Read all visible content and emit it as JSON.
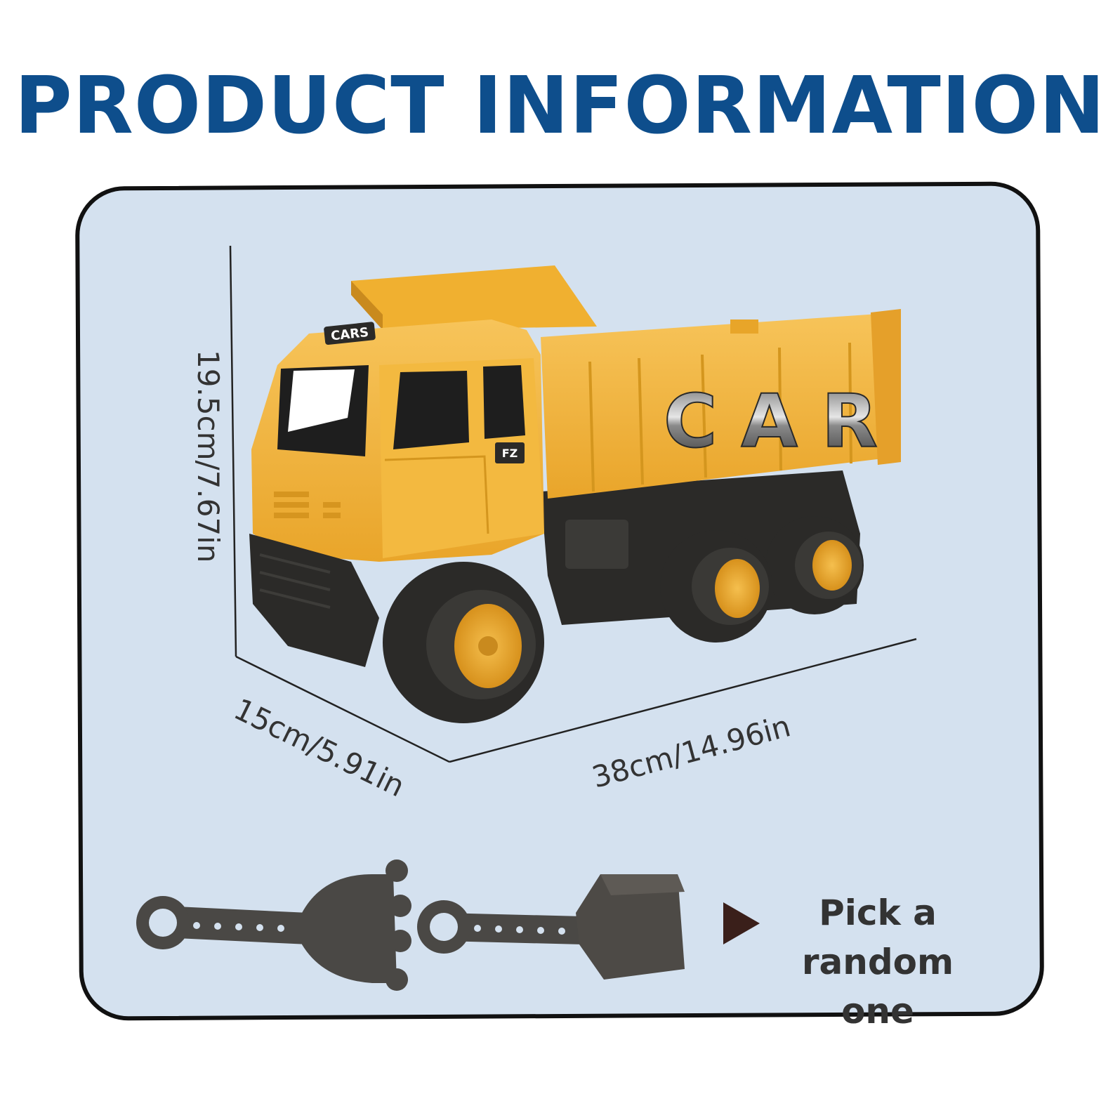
{
  "header": {
    "title": "PRODUCT INFORMATION"
  },
  "product": {
    "truck_label": "CAR",
    "roof_badge": "CARS",
    "door_badge": "FZ"
  },
  "dimensions": {
    "height": "19.5cm/7.67in",
    "width": "15cm/5.91in",
    "length": "38cm/14.96in"
  },
  "accessories": {
    "note_line1": "Pick a",
    "note_line2": "random one",
    "arrow_icon": "play-arrow-icon"
  },
  "colors": {
    "title": "#0e4e8c",
    "panel": "#d4e1ef",
    "truck_body": "#f2b43a",
    "truck_dark": "#2b2a28"
  }
}
